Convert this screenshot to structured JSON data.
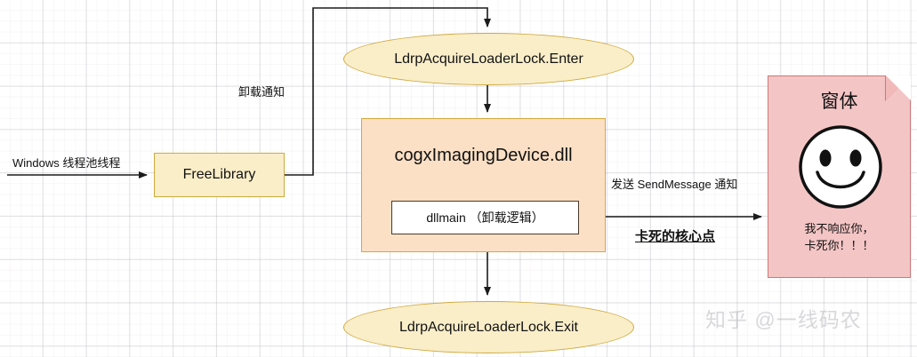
{
  "diagram": {
    "type": "flowchart",
    "title_watermark": "知乎 @一线码农",
    "nodes": {
      "ellipse_enter": {
        "label": "LdrpAcquireLoaderLock.Enter",
        "shape": "ellipse",
        "fill": "#faeec9",
        "stroke": "#cfa93e"
      },
      "ellipse_exit": {
        "label": "LdrpAcquireLoaderLock.Exit",
        "shape": "ellipse",
        "fill": "#faeec9",
        "stroke": "#cfa93e"
      },
      "freelibrary": {
        "label": "FreeLibrary",
        "shape": "rect",
        "fill": "#faeec9",
        "stroke": "#cfa93e"
      },
      "dll": {
        "label": "cogxImagingDevice.dll",
        "shape": "rect",
        "fill": "#fbe0c5",
        "stroke": "#d6a83c"
      },
      "dllmain": {
        "label": "dllmain （卸载逻辑）",
        "shape": "rect",
        "fill": "#ffffff",
        "stroke": "#4a3b2c"
      },
      "window_note": {
        "title": "窗体",
        "body_line1": "我不响应你，",
        "body_line2": "卡死你！！！",
        "icon": "smiley-face",
        "shape": "note",
        "fill": "#f4c5c5",
        "stroke": "#c97b7b"
      }
    },
    "edges": [
      {
        "from": "Windows 线程池线程",
        "to": "freelibrary",
        "label": "Windows 线程池线程"
      },
      {
        "from": "freelibrary",
        "to": "ellipse_enter",
        "label": "卸载通知"
      },
      {
        "from": "ellipse_enter",
        "to": "dll",
        "label": ""
      },
      {
        "from": "dllmain",
        "to": "window_note",
        "label": "发送 SendMessage 通知",
        "sublabel": "卡死的核心点"
      },
      {
        "from": "dll",
        "to": "ellipse_exit",
        "label": ""
      }
    ]
  }
}
